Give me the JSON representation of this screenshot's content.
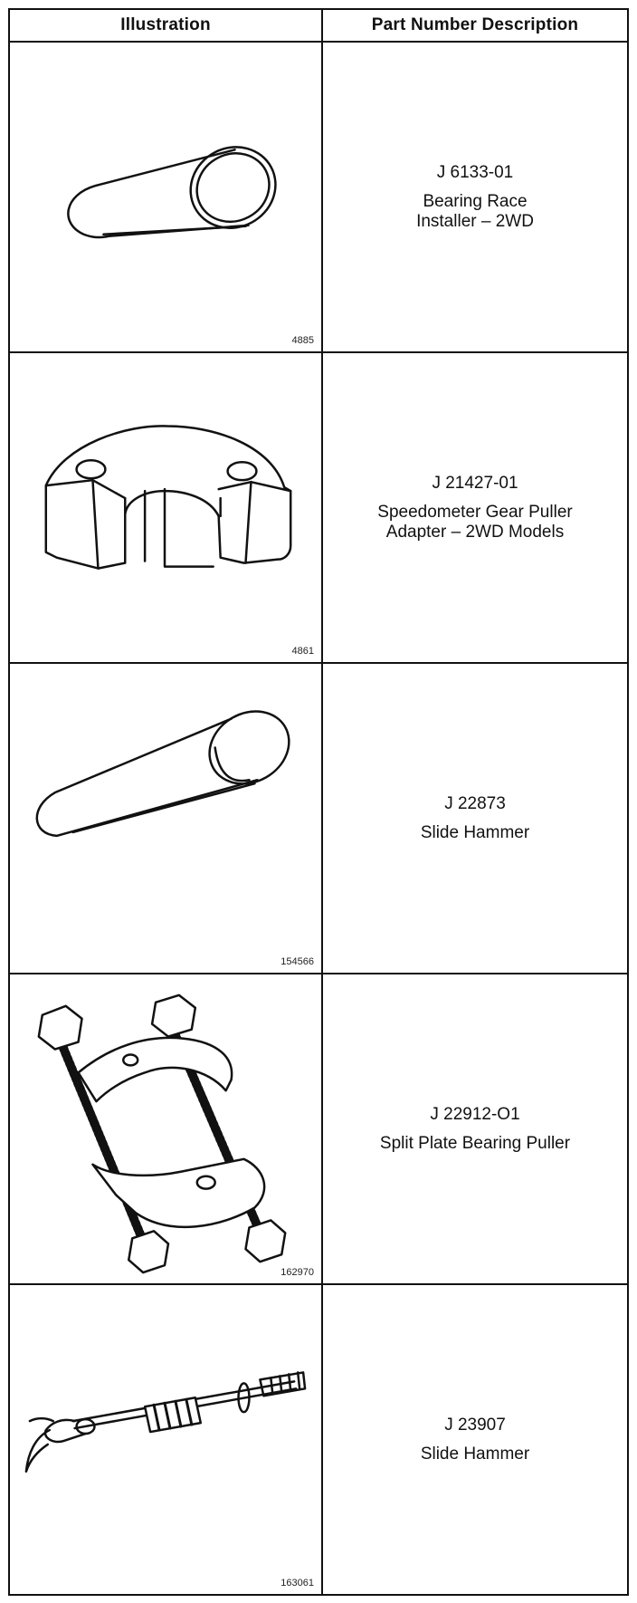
{
  "table": {
    "headers": {
      "illustration": "Illustration",
      "description": "Part Number Description"
    },
    "rows": [
      {
        "part_number": "J 6133-01",
        "description_lines": [
          "Bearing Race",
          "Installer – 2WD"
        ],
        "figure_number": "4885",
        "icon": "bearing-race-installer-icon"
      },
      {
        "part_number": "J 21427-01",
        "description_lines": [
          "Speedometer Gear Puller",
          "Adapter – 2WD Models"
        ],
        "figure_number": "4861",
        "icon": "gear-puller-adapter-icon"
      },
      {
        "part_number": "J 22873",
        "description_lines": [
          "Slide Hammer"
        ],
        "figure_number": "154566",
        "icon": "slide-hammer-rod-icon"
      },
      {
        "part_number": "J 22912-O1",
        "description_lines": [
          "Split Plate Bearing Puller"
        ],
        "figure_number": "162970",
        "icon": "split-plate-bearing-puller-icon"
      },
      {
        "part_number": "J 23907",
        "description_lines": [
          "Slide Hammer"
        ],
        "figure_number": "163061",
        "icon": "slide-hammer-icon"
      }
    ]
  }
}
